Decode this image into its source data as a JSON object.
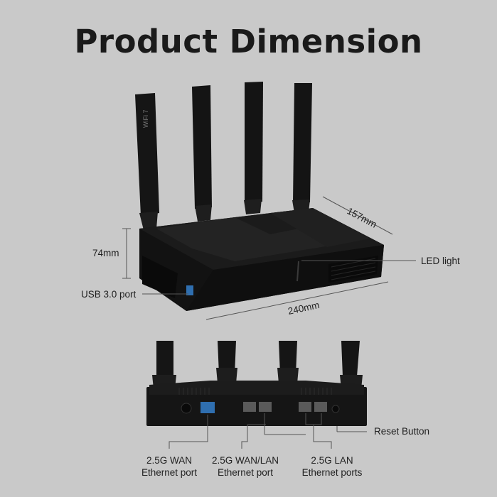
{
  "title": "Product Dimension",
  "dimensions": {
    "height": "74mm",
    "depth": "157mm",
    "width": "240mm"
  },
  "callouts": {
    "led_light": "LED light",
    "usb_port": "USB 3.0 port",
    "reset_button": "Reset Button"
  },
  "rear_ports": [
    {
      "line1": "2.5G WAN",
      "line2": "Ethernet port"
    },
    {
      "line1": "2.5G WAN/LAN",
      "line2": "Ethernet port"
    },
    {
      "line1": "2.5G LAN",
      "line2": "Ethernet ports"
    }
  ],
  "printed_marks": {
    "antenna_badge": "WiFi 7"
  },
  "colors": {
    "background": "#c9c9c9",
    "device": "#141414",
    "accent_port": "#2f6fb0"
  }
}
